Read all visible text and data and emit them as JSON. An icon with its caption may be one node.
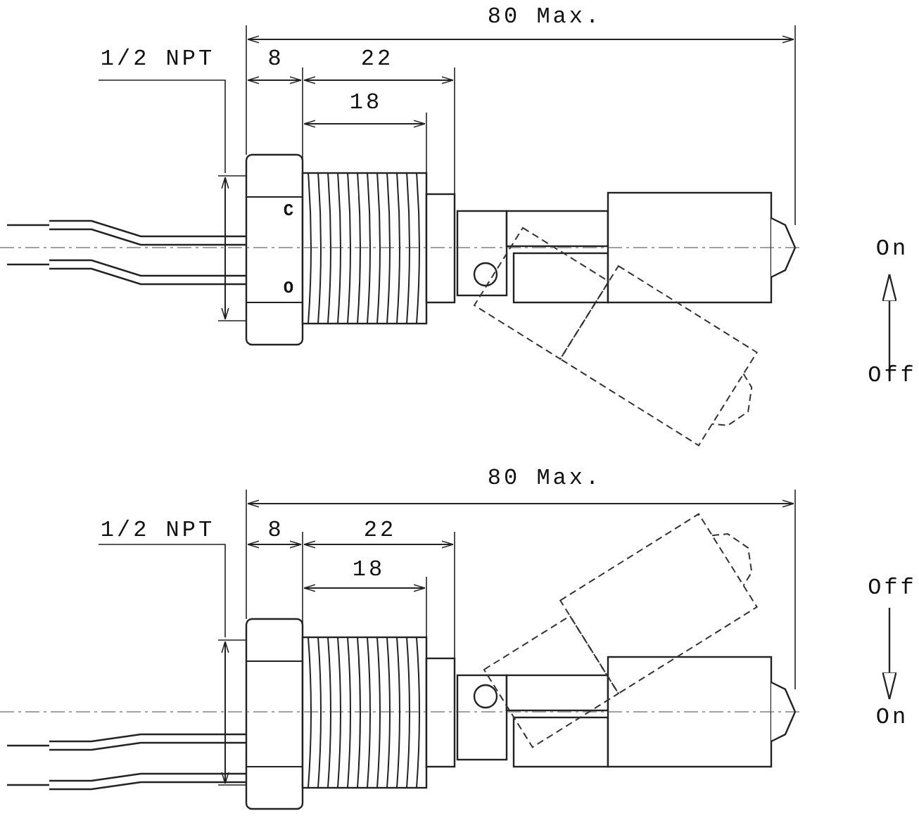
{
  "diagram": {
    "labels": [
      "80 Max.",
      "1/2 NPT",
      "8",
      "22",
      "18",
      "C",
      "On",
      "O",
      "Off",
      "80 Max.",
      "1/2 NPT",
      "8",
      "22",
      "18",
      "Off",
      "On"
    ]
  }
}
